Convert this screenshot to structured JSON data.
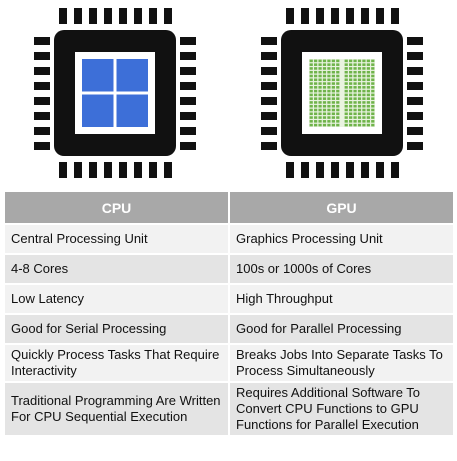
{
  "chips": {
    "cpu": {
      "icon": "cpu-chip-icon",
      "core_color": "#3d6fd8",
      "cores": 4
    },
    "gpu": {
      "icon": "gpu-chip-icon",
      "core_color": "#6fb34a",
      "cores": "many"
    }
  },
  "colors": {
    "header_bg": "#a8a8a8",
    "row_light": "#f2f2f2",
    "row_dark": "#e4e4e4",
    "chip": "#111111"
  },
  "table": {
    "headers": [
      "CPU",
      "GPU"
    ],
    "rows": [
      {
        "cpu": "Central Processing Unit",
        "gpu": "Graphics Processing Unit"
      },
      {
        "cpu": "4-8 Cores",
        "gpu": "100s or 1000s of Cores"
      },
      {
        "cpu": "Low Latency",
        "gpu": "High Throughput"
      },
      {
        "cpu": "Good for Serial Processing",
        "gpu": "Good for Parallel Processing"
      },
      {
        "cpu": "Quickly Process Tasks That Require Interactivity",
        "gpu": "Breaks Jobs Into Separate Tasks To Process Simultaneously"
      },
      {
        "cpu": "Traditional Programming Are Written For CPU Sequential Execution",
        "gpu": "Requires Additional Software To Convert CPU Functions to GPU Functions for Parallel Execution"
      }
    ]
  }
}
